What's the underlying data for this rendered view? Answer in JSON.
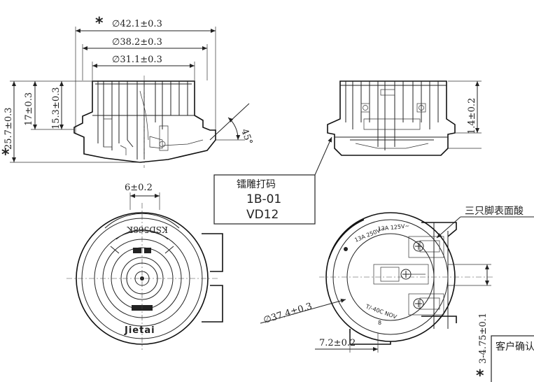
{
  "dimensions": {
    "d421": "∅42.1±0.3",
    "d382": "∅38.2±0.3",
    "d311": "∅31.1±0.3",
    "h257": "25.7±0.3",
    "h17": "17±0.3",
    "h153": "15.3±0.3",
    "angle": "45°",
    "h14": "1.4±0.2",
    "w6": "6±0.2",
    "d374": "∅37.4±0.3",
    "w72": "7.2±0.2",
    "h3475": "3-4.75±0.1"
  },
  "critical_mark": "*",
  "marking_box": {
    "title": "镭雕打码",
    "line1": "1B-01",
    "line2": "VD12"
  },
  "annotations": {
    "pins_note": "三只脚表面酸",
    "customer_confirm": "客户确认"
  },
  "part_text": {
    "brand": "Jietai",
    "model": "KSD568K",
    "rating1": "13A 250V~",
    "rating2": "13A 125V~",
    "temp": "T/-40C NOV",
    "mark_8": "8"
  }
}
